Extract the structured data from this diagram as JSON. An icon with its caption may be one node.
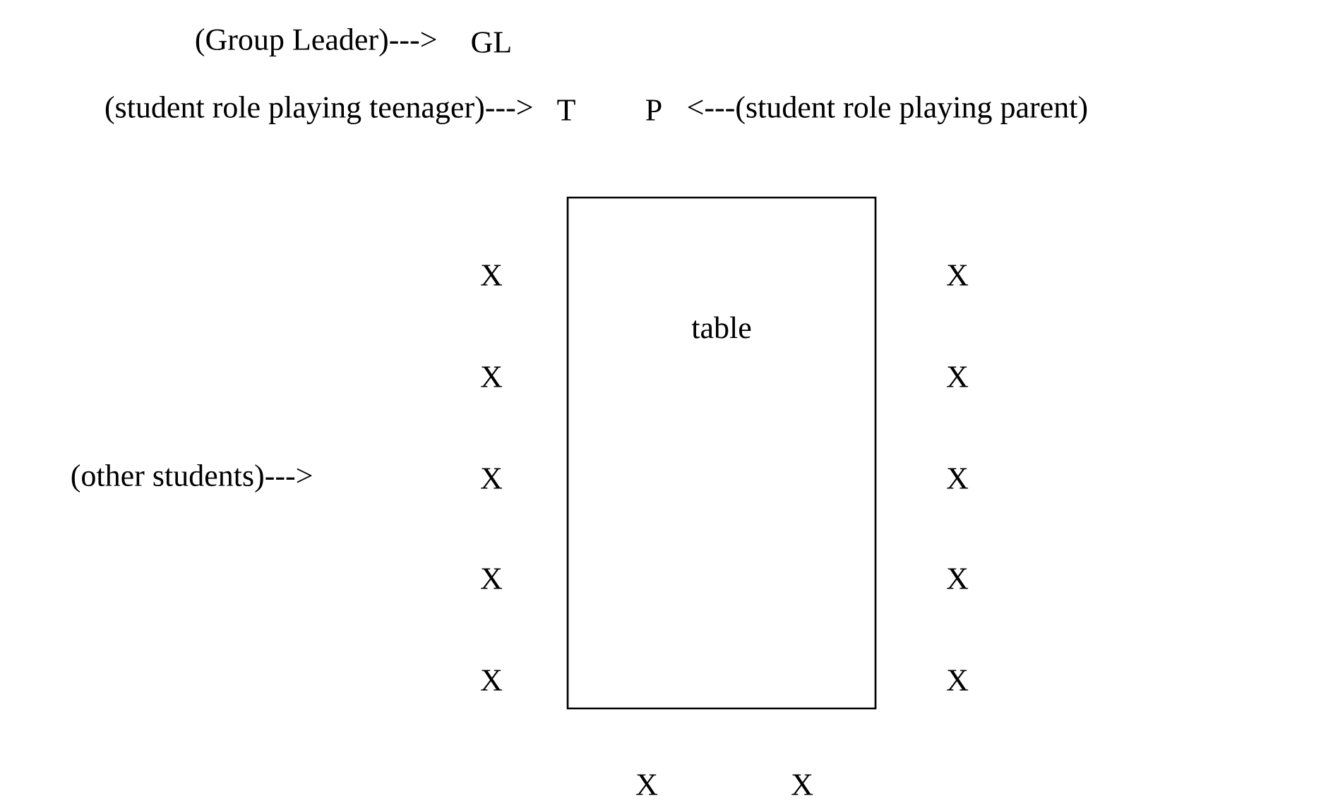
{
  "diagram": {
    "nodes": [
      {
        "text": [
          "table"
        ]
      }
    ],
    "labels": [
      "(Group Leader)--->",
      "GL",
      "(student role playing teenager)--->",
      "T",
      "P",
      "<---(student role playing parent)",
      "X",
      "X",
      "X",
      "X",
      "(other students)--->",
      "X",
      "X",
      "X",
      "X",
      "X",
      "X",
      "X",
      "X"
    ]
  }
}
